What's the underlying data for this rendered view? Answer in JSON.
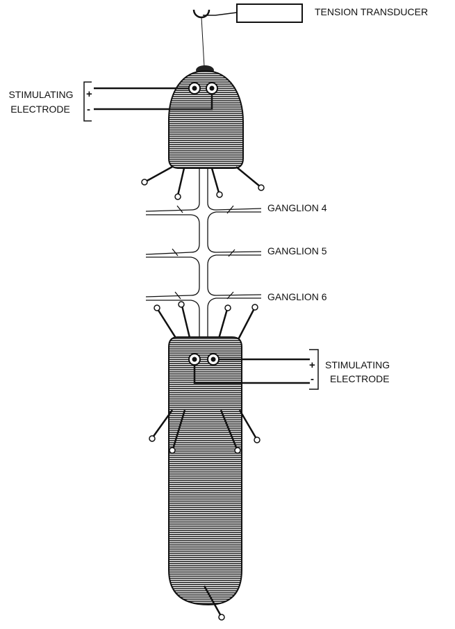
{
  "labels": {
    "tension_transducer": "TENSION TRANSDUCER",
    "top_electrode_line1": "STIMULATING",
    "top_electrode_line2": "ELECTRODE",
    "bottom_electrode_line1": "STIMULATING",
    "bottom_electrode_line2": "ELECTRODE",
    "ganglion_4": "GANGLION 4",
    "ganglion_5": "GANGLION 5",
    "ganglion_6": "GANGLION 6",
    "plus": "+",
    "minus": "-"
  },
  "colors": {
    "ink": "#111111",
    "tissue_fill": "#6a6a6a",
    "background": "#ffffff"
  }
}
